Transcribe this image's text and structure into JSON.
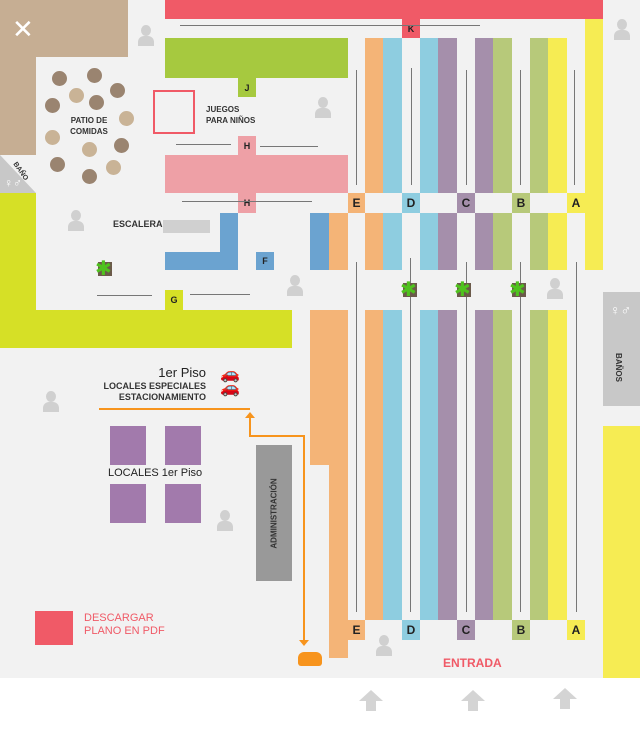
{
  "food_court": {
    "label": "PATIO DE COMIDAS",
    "icon": "utensils-icon"
  },
  "playground": {
    "label_line1": "JUEGOS",
    "label_line2": "PARA NIÑOS"
  },
  "bathroom_left": "BAÑO",
  "bathrooms_right": "BAÑOS",
  "stairs": "ESCALERA",
  "aisles": {
    "K": "K",
    "J": "J",
    "H": "H",
    "G": "G",
    "F": "F",
    "E": "E",
    "D": "D",
    "C": "C",
    "B": "B",
    "A": "A"
  },
  "first_floor": {
    "title": "1er Piso",
    "line1": "LOCALES ESPECIALES",
    "line2": "ESTACIONAMIENTO",
    "locales": "LOCALES 1er Piso"
  },
  "admin": "ADMINISTRACIÓN",
  "download": {
    "line1": "DESCARGAR",
    "line2": "PLANO EN PDF"
  },
  "entrance": "ENTRADA",
  "colors": {
    "red": "#f05a67",
    "green": "#a6c93f",
    "pink": "#eea0a6",
    "blue": "#6ba3d0",
    "orange": "#f4b477",
    "cyan": "#8ecde0",
    "purple": "#a58fab",
    "olive": "#b7c97a",
    "yellow": "#f6ec53",
    "lime": "#d6e026",
    "brown": "#c6ae93",
    "parking": "#f7941d"
  }
}
